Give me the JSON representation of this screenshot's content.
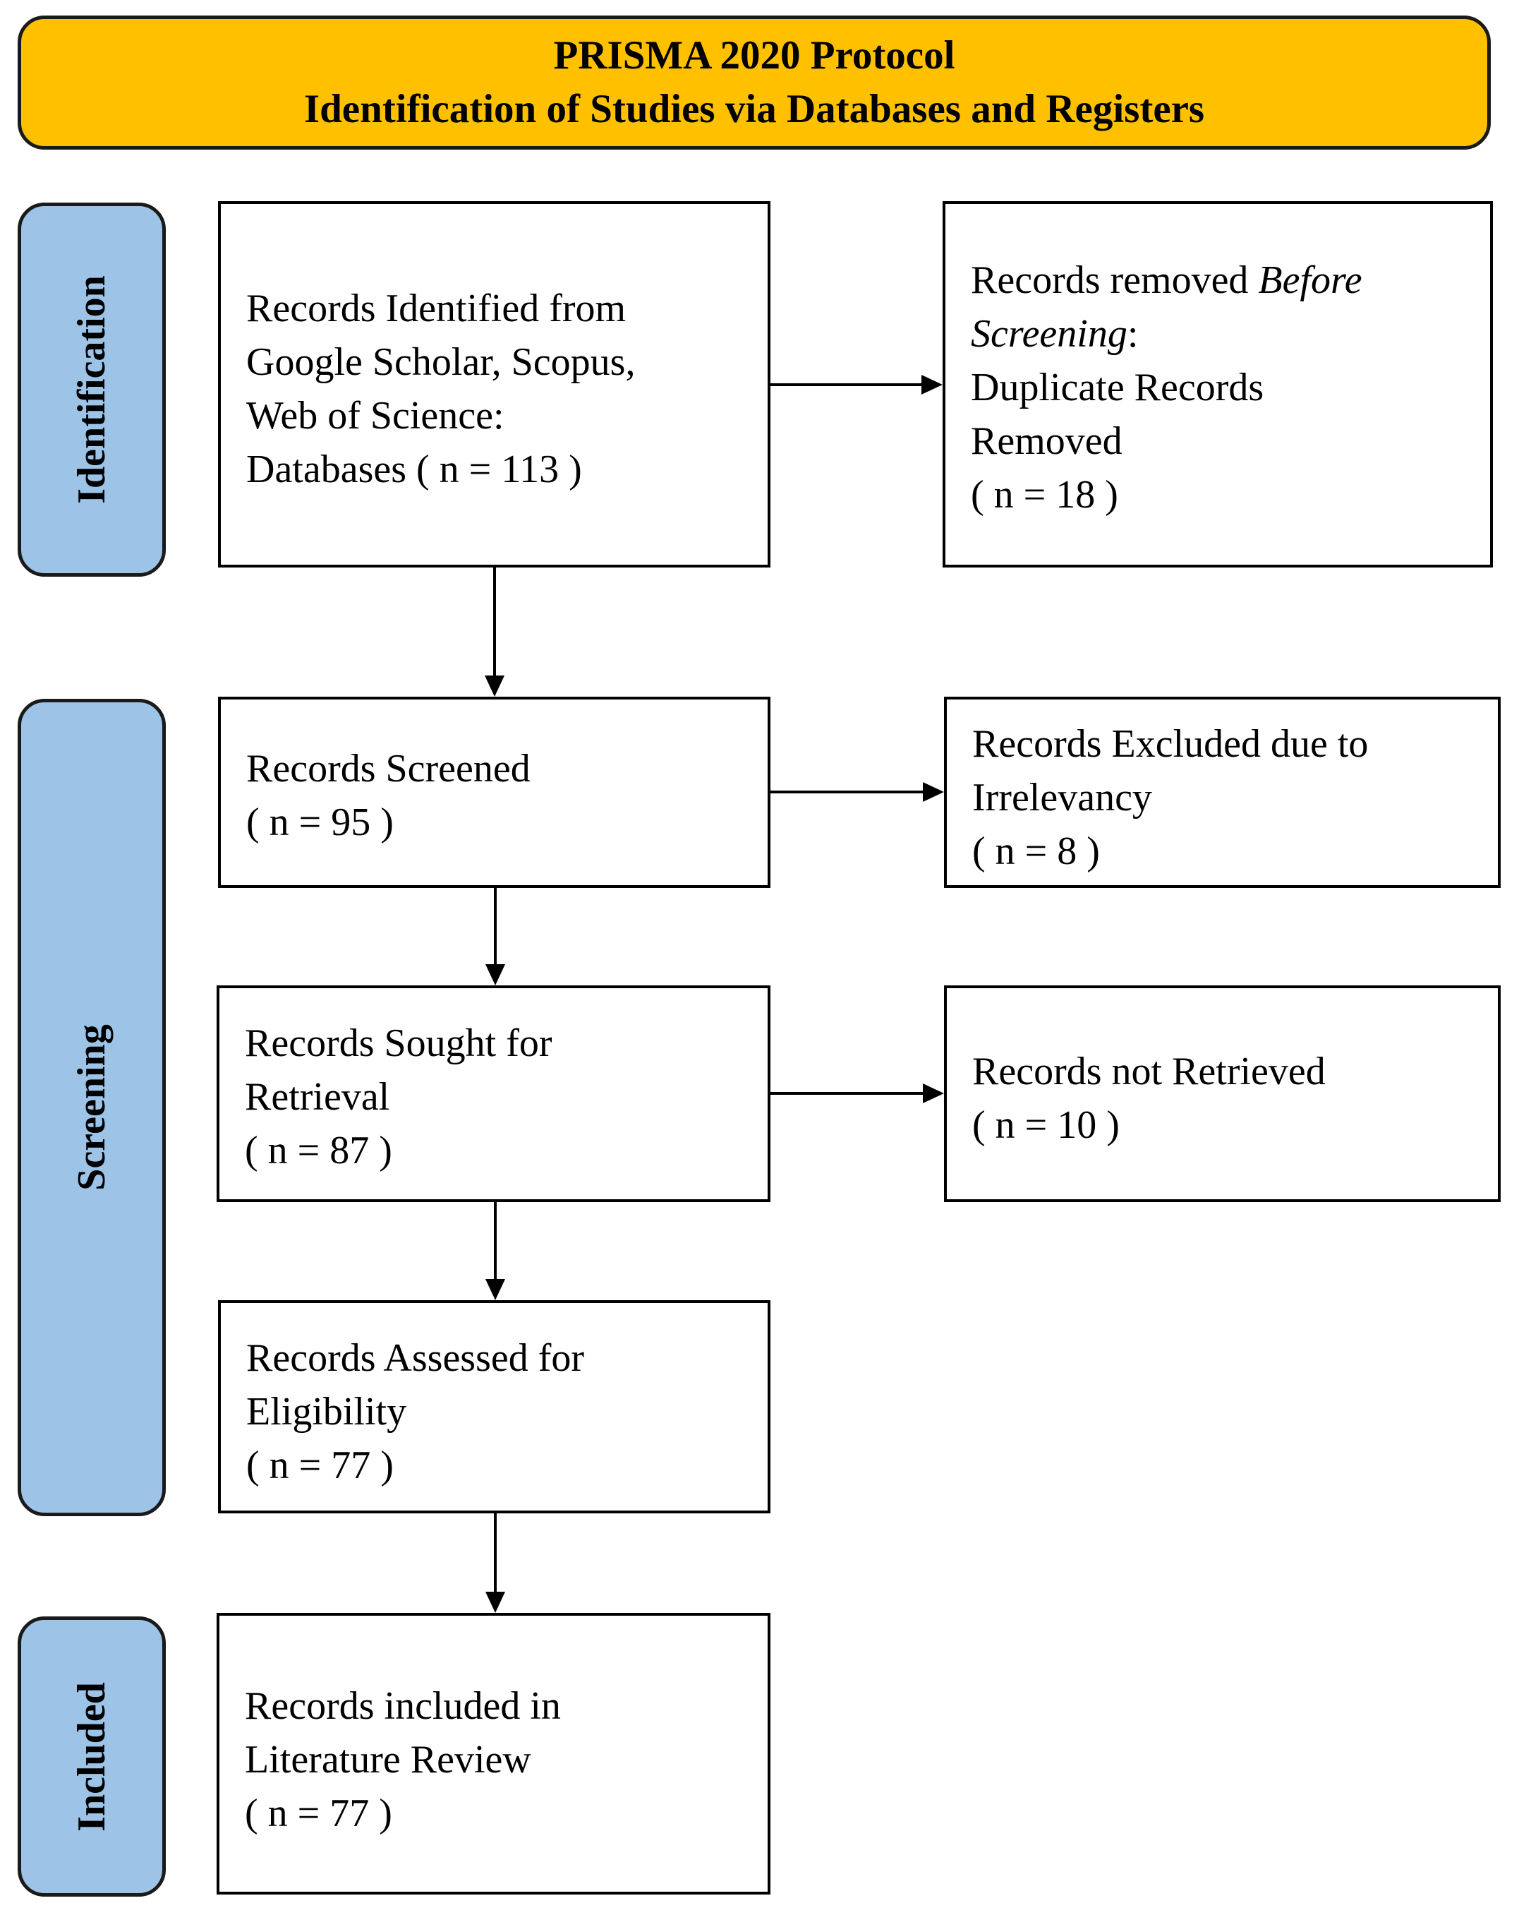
{
  "header": {
    "title": "PRISMA 2020 Protocol",
    "subtitle": "Identification of Studies via Databases and Registers"
  },
  "phases": {
    "identification": "Identification",
    "screening": "Screening",
    "included": "Included"
  },
  "boxes": {
    "identified": {
      "lines": [
        "Records Identified  from",
        "Google Scholar, Scopus,",
        "Web of Science:",
        "Databases ( n = 113  )"
      ]
    },
    "removed": {
      "line1_prefix": "Records removed ",
      "line1_italic": "Before",
      "line2_italic": "Screening",
      "line2_suffix": ":",
      "lines": [
        "Duplicate Records",
        "Removed",
        "( n = 18 )"
      ]
    },
    "screened": {
      "lines": [
        "Records Screened",
        "( n = 95 )"
      ]
    },
    "excluded": {
      "lines": [
        "Records Excluded due to",
        "Irrelevancy",
        "( n = 8 )"
      ]
    },
    "sought": {
      "lines": [
        "Records Sought for",
        "Retrieval",
        "( n = 87 )"
      ]
    },
    "not_retrieved": {
      "lines": [
        "Records not Retrieved",
        "( n = 10 )"
      ]
    },
    "assessed": {
      "lines": [
        "Records Assessed for",
        "Eligibility",
        "( n = 77 )"
      ]
    },
    "included": {
      "lines": [
        "Records included in",
        "Literature Review",
        "( n = 77 )"
      ]
    }
  },
  "colors": {
    "header_fill": "#ffc000",
    "phase_fill": "#9dc3e6",
    "border": "#000000"
  }
}
